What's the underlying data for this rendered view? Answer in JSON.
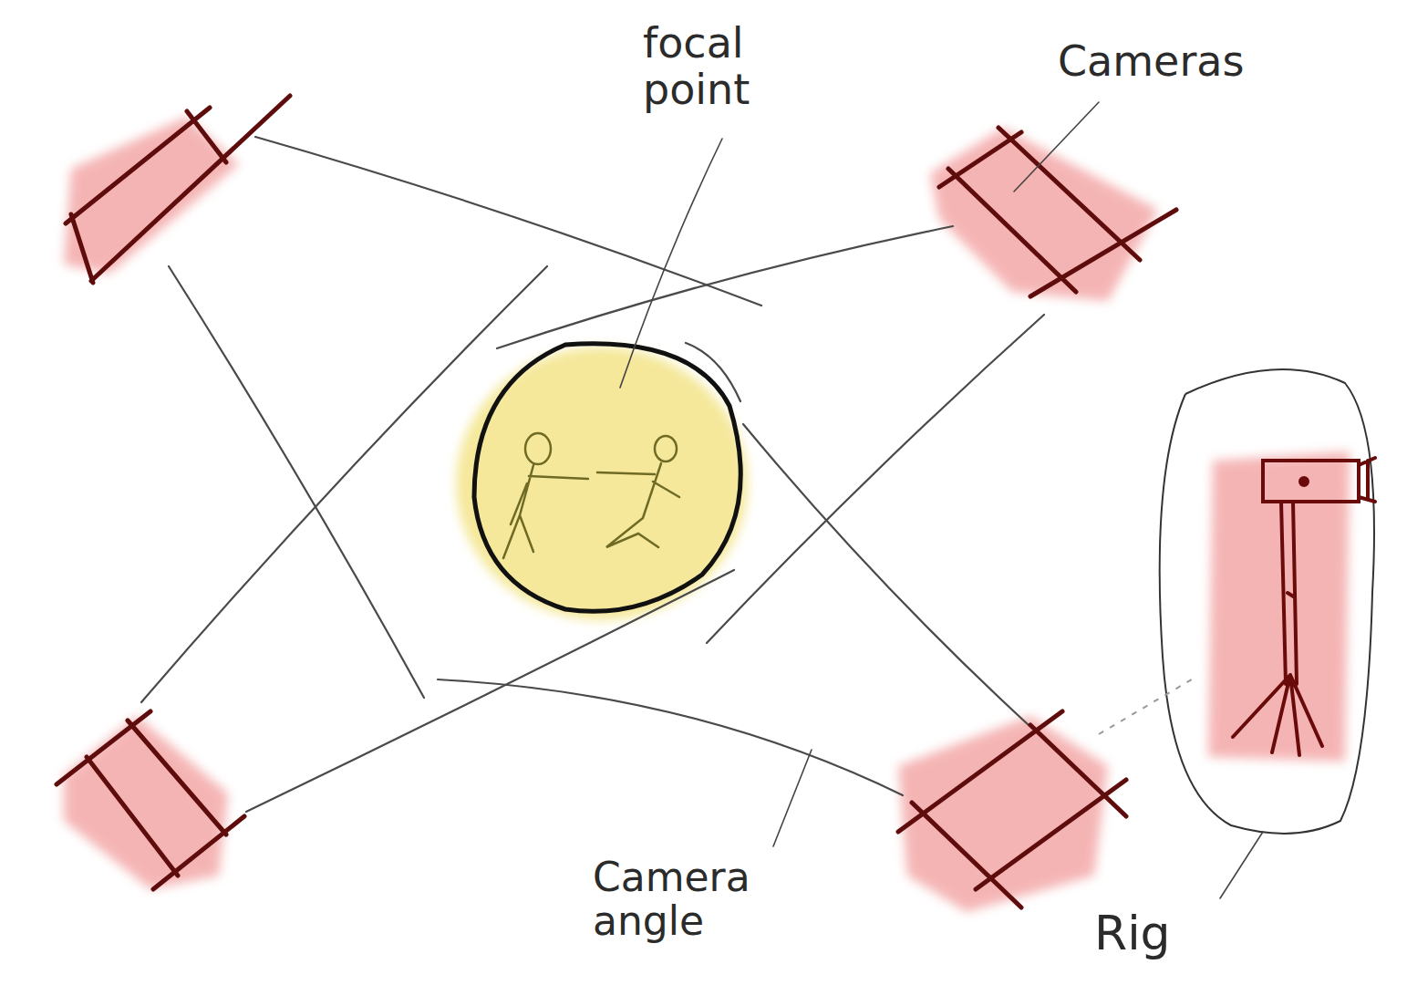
{
  "diagram": {
    "labels": [
      "focal point",
      "Cameras",
      "Camera angle",
      "Rig"
    ]
  }
}
